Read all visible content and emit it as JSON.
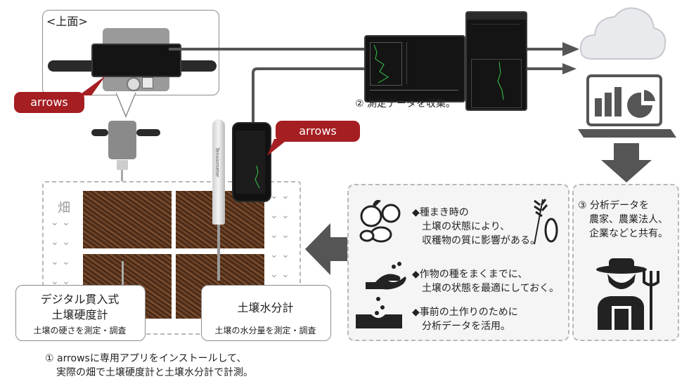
{
  "top_view_label": "<上面>",
  "callout_left": "arrows",
  "callout_right": "arrows",
  "step2": "② 測定データを収集。",
  "step3": {
    "line1": "③ 分析データを",
    "line2": "農家、農業法人、",
    "line3": "企業などと共有。"
  },
  "field_label": "畑",
  "device1": {
    "title_line1": "デジタル貫入式",
    "title_line2": "土壌硬度計",
    "desc": "土壌の硬さを測定・調査"
  },
  "device2": {
    "title": "土壌水分計",
    "desc": "土壌の水分量を測定・調査"
  },
  "bullets": [
    {
      "line1": "◆種まき時の",
      "line2": "土壌の状態により、",
      "line3": "収穫物の質に影響がある。"
    },
    {
      "line1": "◆作物の種をまくまでに、",
      "line2": "土壌の状態を最適にしておく。"
    },
    {
      "line1": "◆事前の土作りのために",
      "line2": "分析データを活用。"
    }
  ],
  "step1": {
    "line1": "① arrowsに専用アプリをインストールして、",
    "line2": "実際の畑で土壌硬度計と土壌水分計で計測。"
  },
  "tensiometer_label": "Tensiometer",
  "colors": {
    "callout": "#a51e22",
    "arrow": "#555555",
    "chart_line": "#37c84a"
  }
}
